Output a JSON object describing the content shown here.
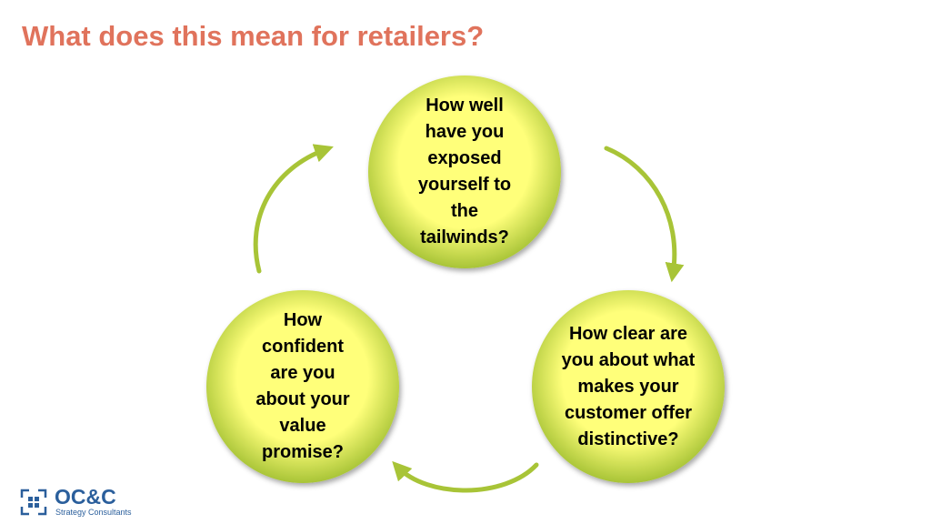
{
  "slide": {
    "title": "What does this mean for retailers?"
  },
  "diagram": {
    "nodes": [
      {
        "id": "top",
        "lines": [
          "How well",
          "have you",
          "exposed",
          "yourself to",
          "the",
          "tailwinds?"
        ]
      },
      {
        "id": "right",
        "lines": [
          "How clear are",
          "you about what",
          "makes your",
          "customer offer",
          "distinctive?"
        ]
      },
      {
        "id": "left",
        "lines": [
          "How",
          "confident",
          "are you",
          "about your",
          "value",
          "promise?"
        ]
      }
    ]
  },
  "logo": {
    "name": "OC&C",
    "tagline": "Strategy Consultants"
  },
  "colors": {
    "title": "#e0735c",
    "circle_center": "#ffff7a",
    "circle_edge": "#a8c437",
    "arrow": "#a8c437",
    "logo": "#2b5f9c"
  }
}
